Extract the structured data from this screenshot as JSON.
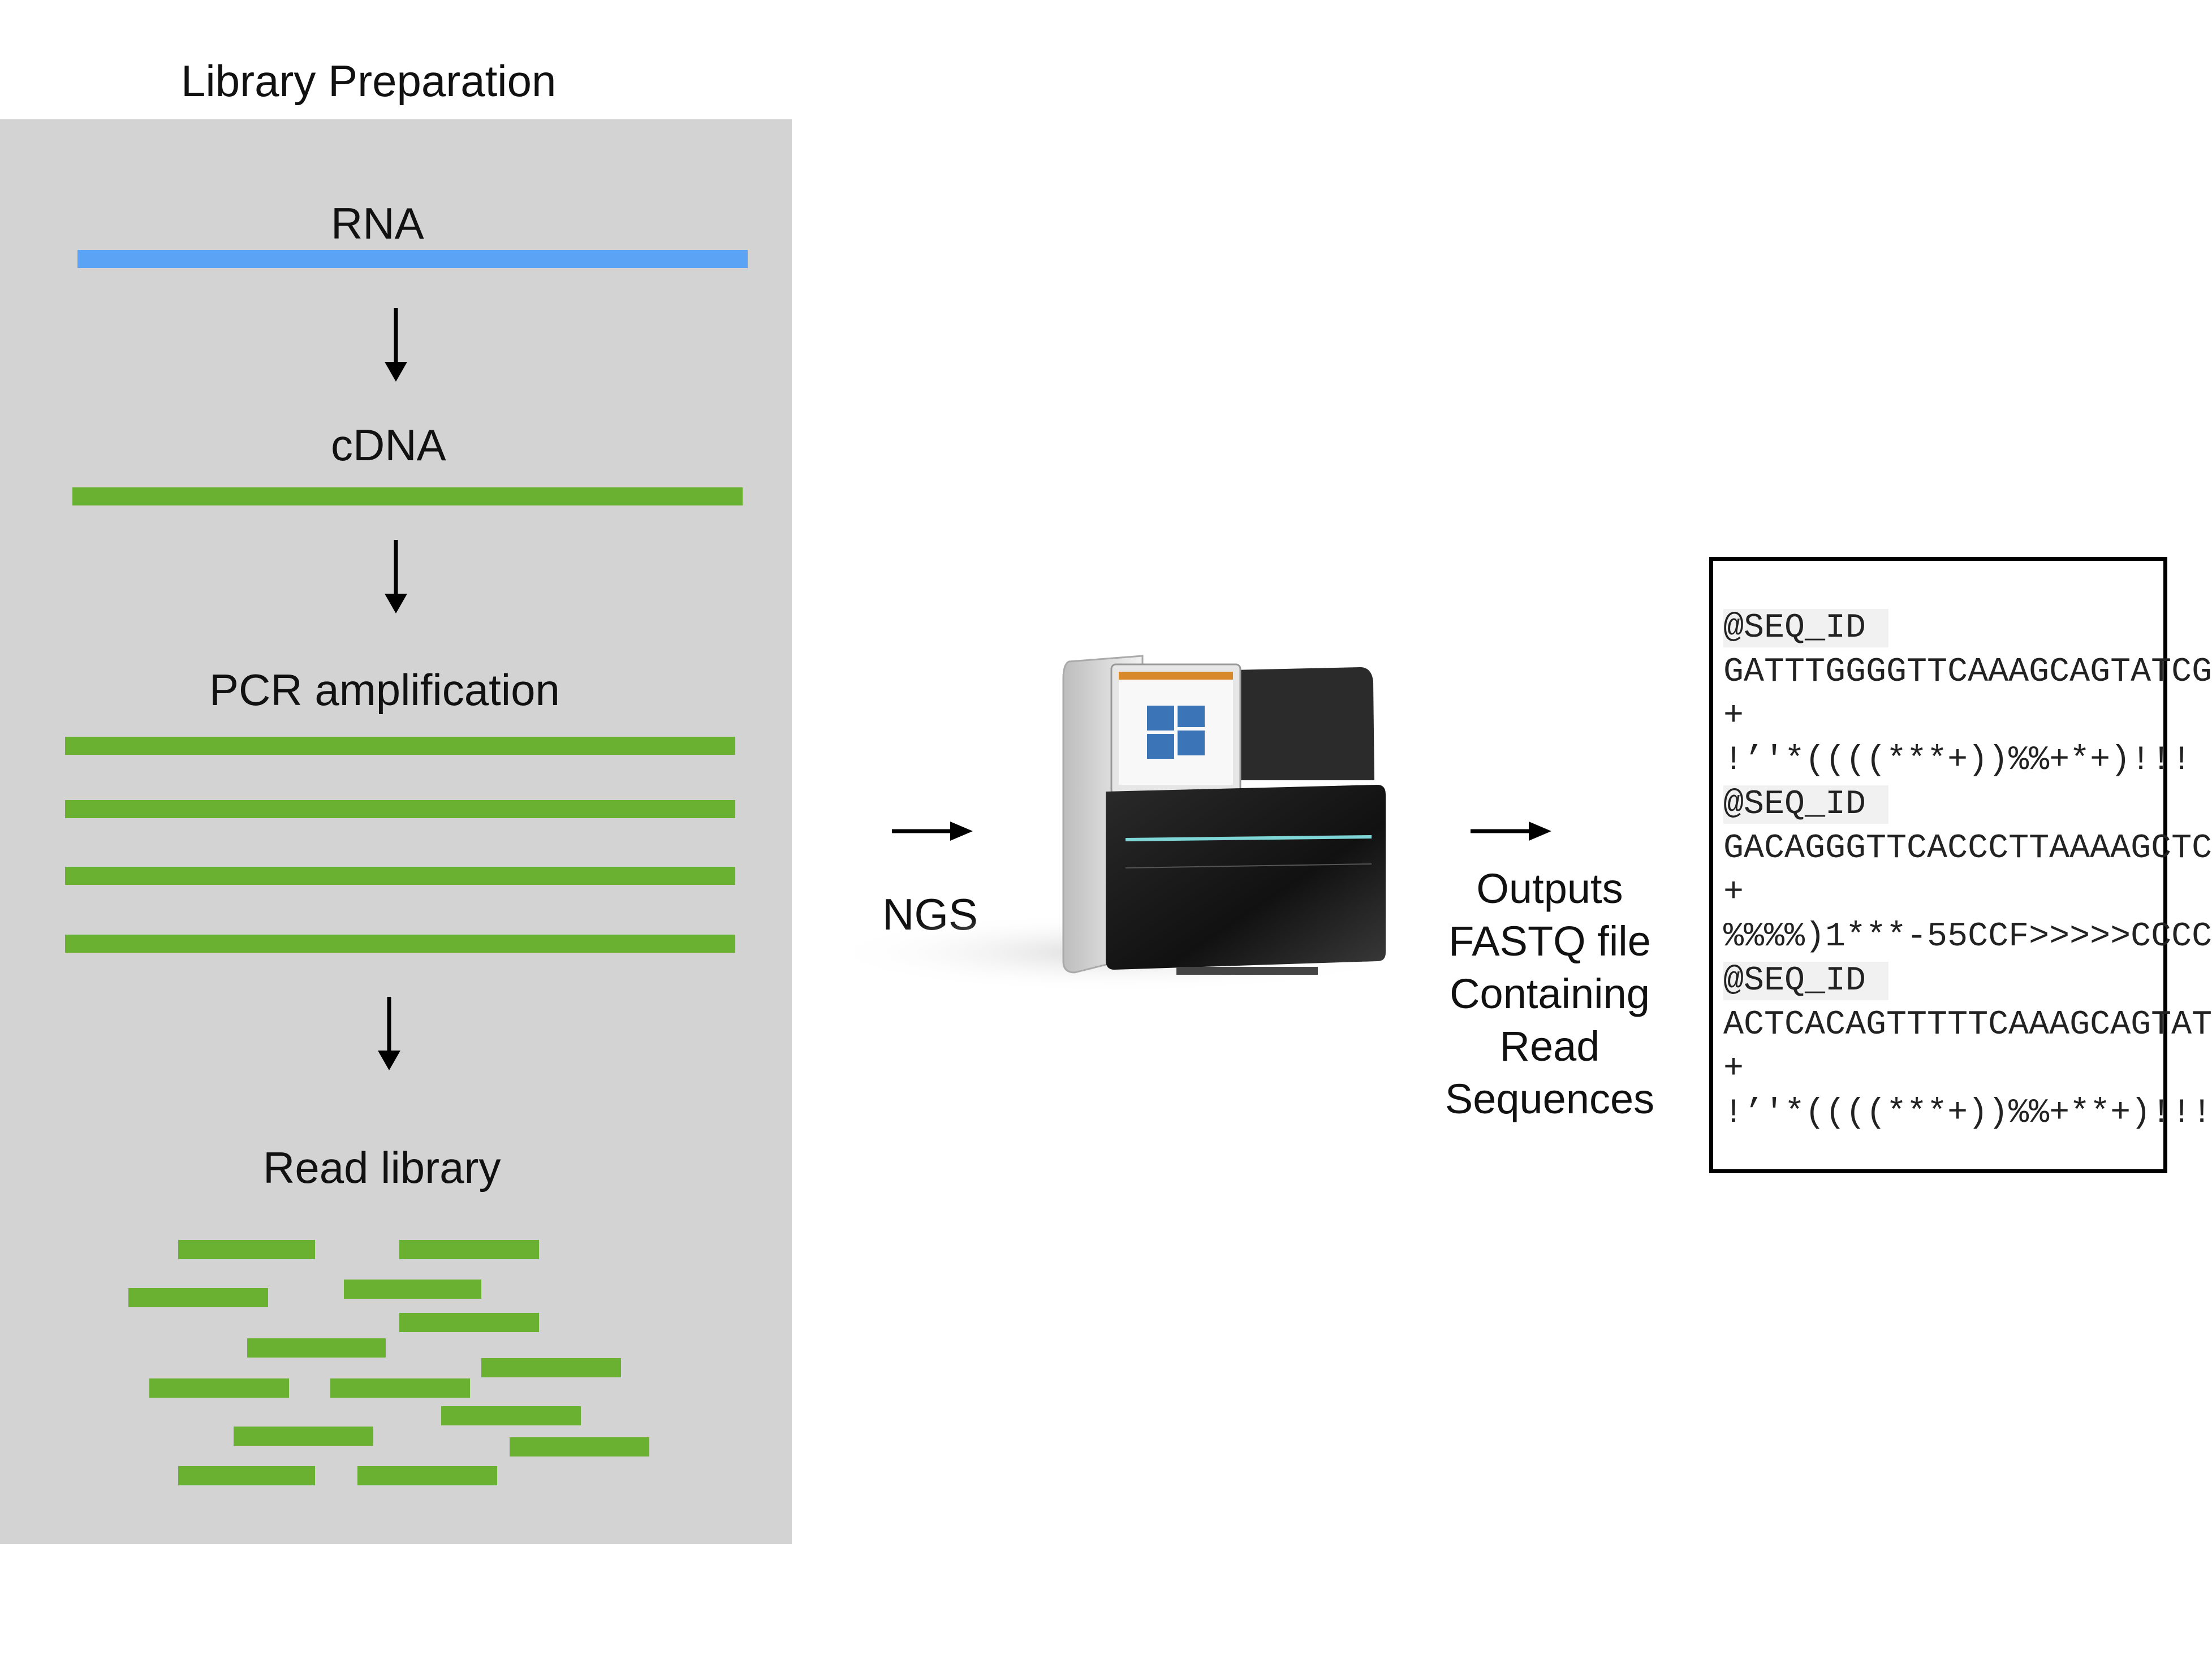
{
  "library_prep": {
    "title": "Library Preparation",
    "rna_label": "RNA",
    "cdna_label": "cDNA",
    "pcr_label": "PCR amplification",
    "read_library_label": "Read library"
  },
  "sequencing": {
    "ngs_label": "NGS",
    "machine_icon": "sequencer-machine-icon"
  },
  "output": {
    "caption_lines": [
      "Outputs",
      "FASTQ file",
      "Containing",
      "Read",
      "Sequences"
    ],
    "fastq_lines": [
      "@SEQ_ID",
      "GATTTGGGGTTCAAAGCAGTATCG",
      "+",
      "!’'*((((***+))%%+*+)!!!",
      "@SEQ_ID",
      "GACAGGGTTCACCCTTAAAAGCTC",
      "+",
      "%%%%)1***-55CCF>>>>>CCCC",
      "@SEQ_ID",
      "ACTCACAGTTTTTCAAAGCAGTAT",
      "+",
      "!’'*((((***+))%%+**+)!!!"
    ]
  },
  "colors": {
    "rna": "#5ba3f5",
    "dna": "#6ab131",
    "panel": "#d3d3d3"
  }
}
